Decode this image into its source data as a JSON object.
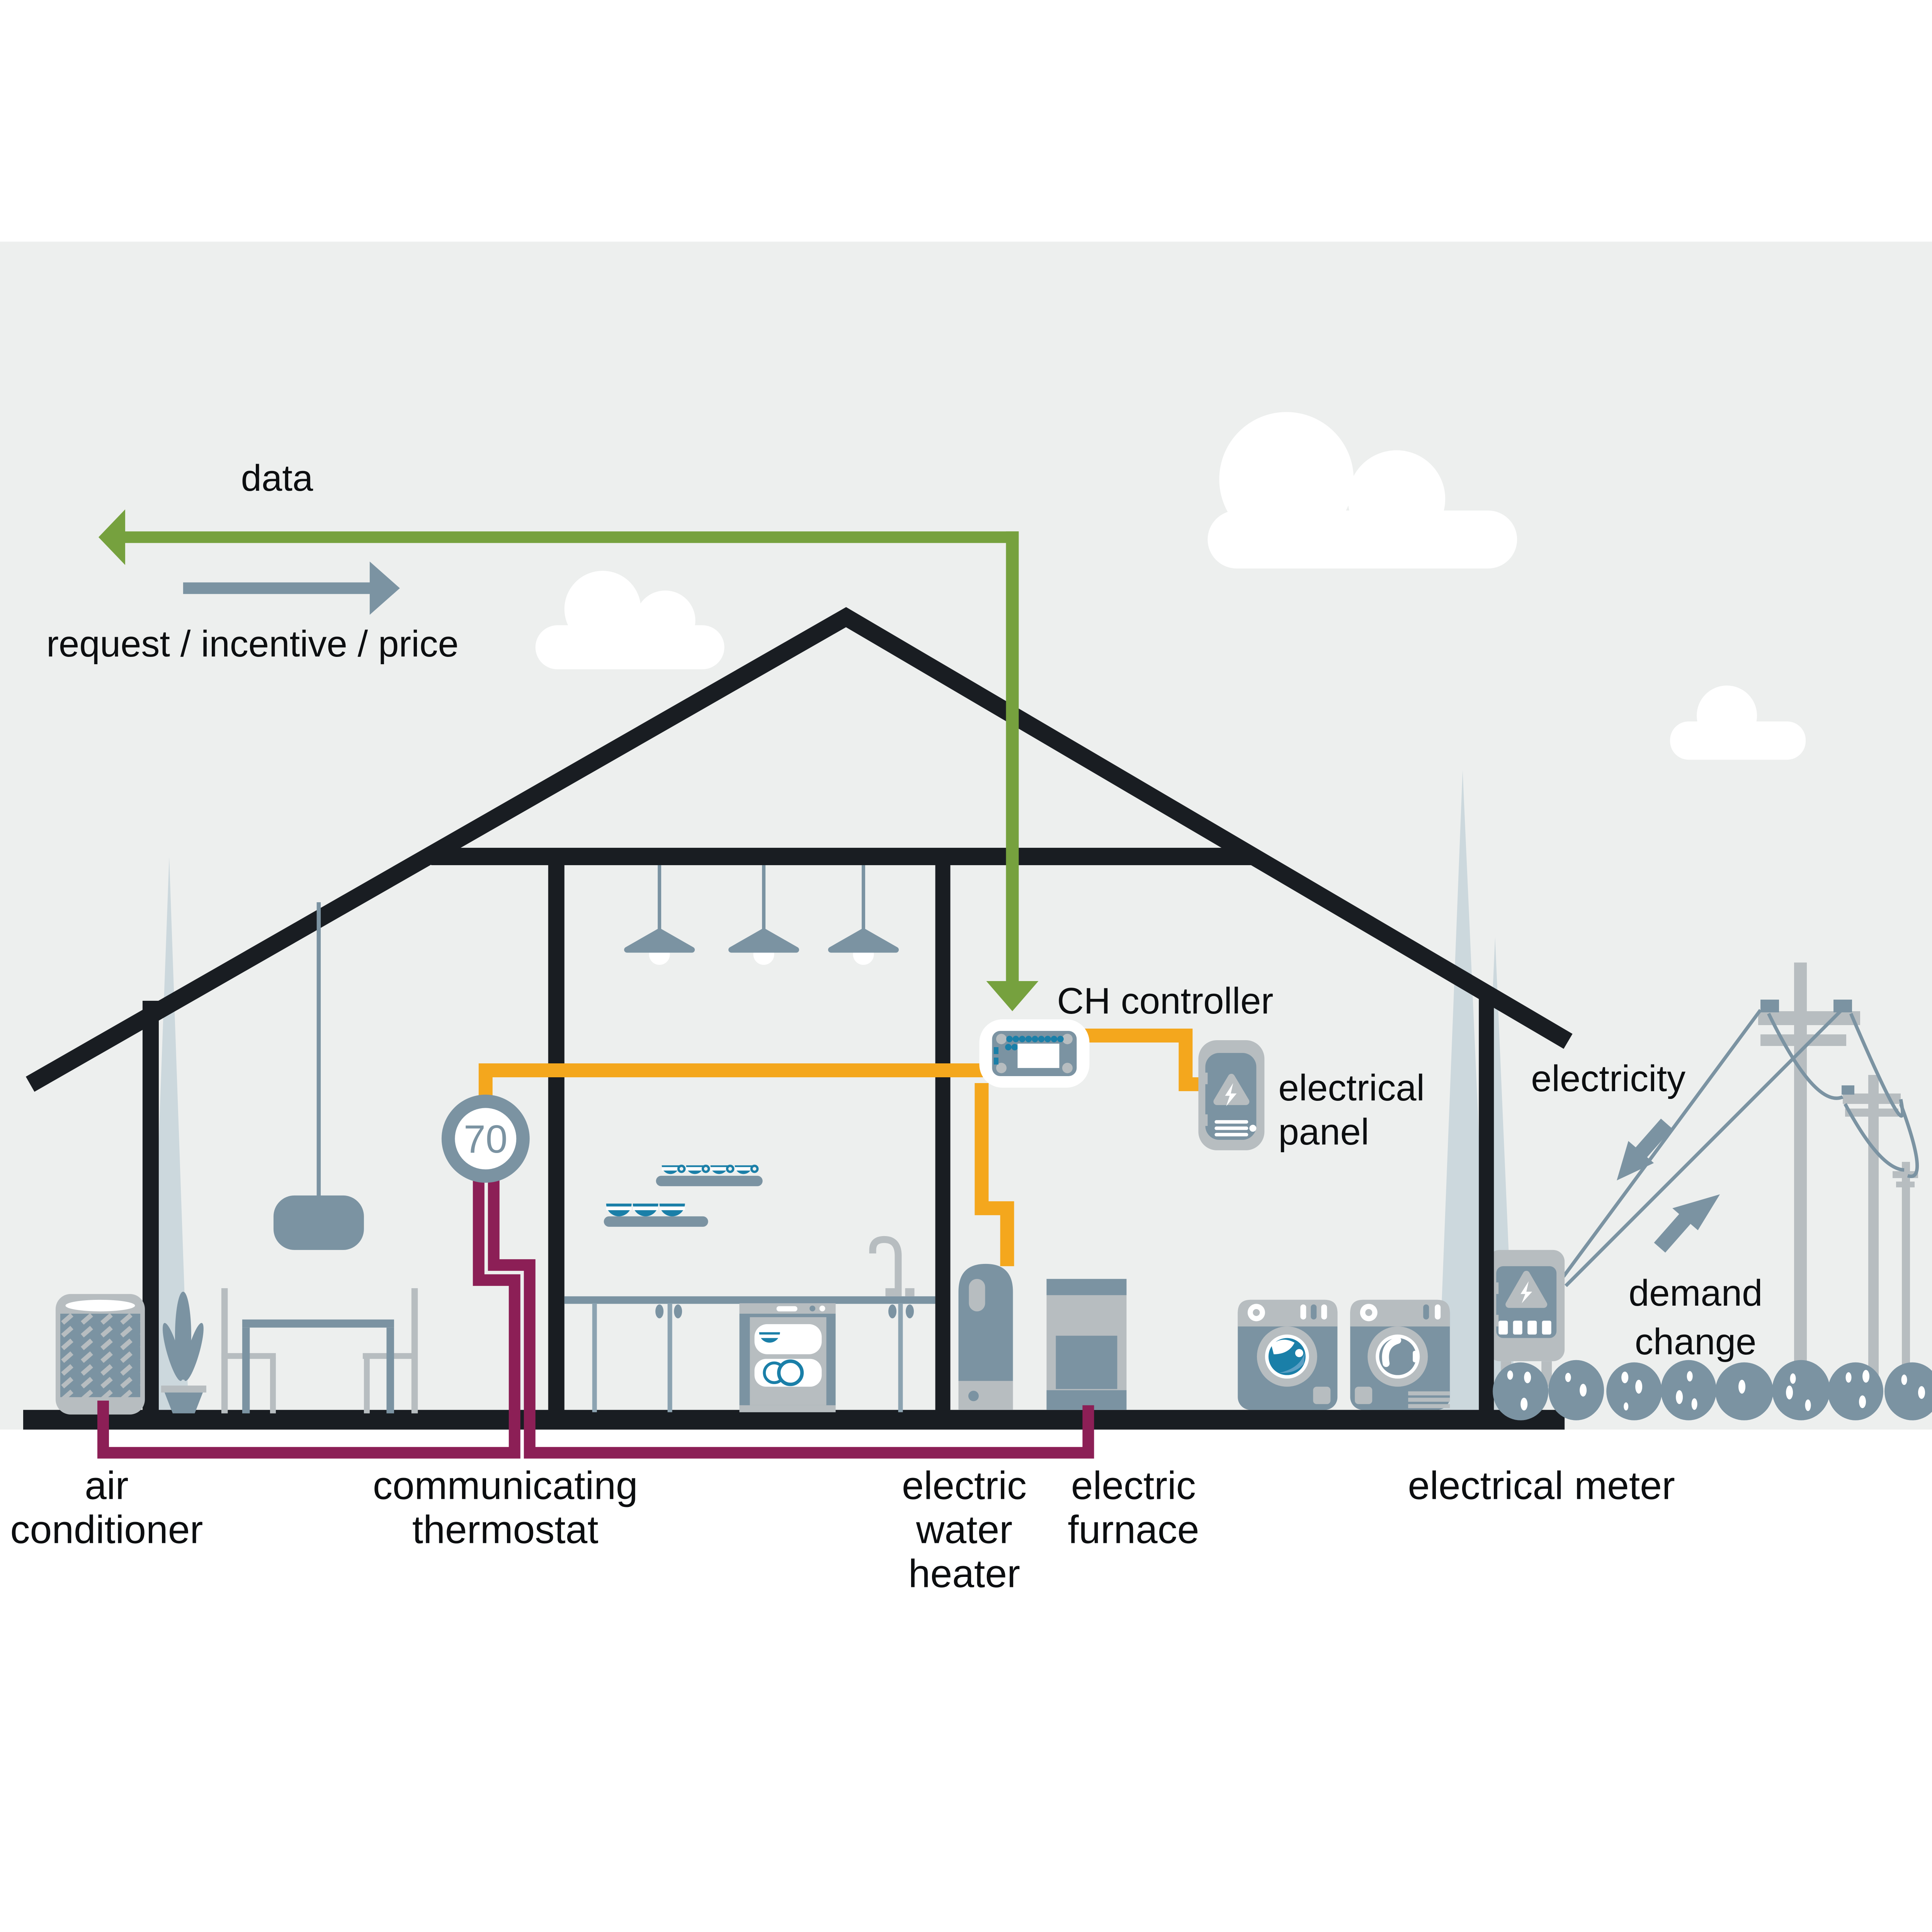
{
  "scene": {
    "title": "home demand-response diagram",
    "colors": {
      "background": "#edefee",
      "structure_black": "#191d22",
      "steel_blue": "#7b93a2",
      "light_gray": "#b7bdc0",
      "pale_tree": "#ccd8dd",
      "dish_teal": "#1a7fa8",
      "wire_orange": "#f4a71d",
      "wire_maroon": "#8c1f56",
      "arrow_green": "#76a13e",
      "text": "#0c0e10"
    }
  },
  "legend": {
    "data_flow": "data",
    "request_flow": "request / incentive / price"
  },
  "labels": {
    "ch_controller": "CH controller",
    "electrical_panel_line1": "electrical",
    "electrical_panel_line2": "panel",
    "electricity": "electricity",
    "demand_line1": "demand",
    "demand_line2": "change",
    "air_conditioner_line1": "air",
    "air_conditioner_line2": "conditioner",
    "communicating_thermostat_line1": "communicating",
    "communicating_thermostat_line2": "thermostat",
    "electric_water_heater_line1": "electric",
    "electric_water_heater_line2": "water",
    "electric_water_heater_line3": "heater",
    "electric_furnace_line1": "electric",
    "electric_furnace_line2": "furnace",
    "electrical_meter": "electrical meter"
  },
  "thermostat": {
    "setpoint": "70"
  }
}
